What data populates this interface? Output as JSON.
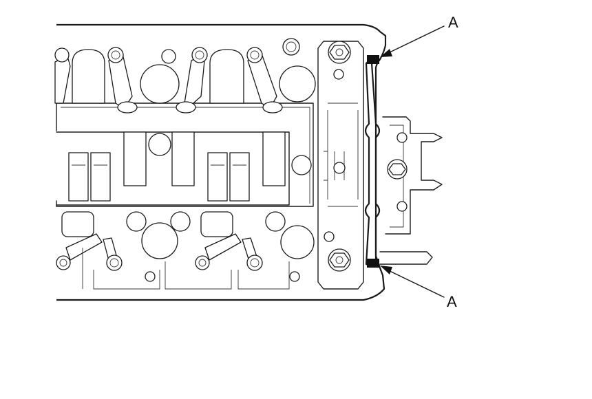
{
  "diagram": {
    "callouts": [
      {
        "id": "top",
        "label": "A"
      },
      {
        "id": "bottom",
        "label": "A"
      }
    ],
    "colors": {
      "line": "#1a1a1a",
      "background": "#ffffff",
      "sealant_mark": "#111111"
    }
  }
}
